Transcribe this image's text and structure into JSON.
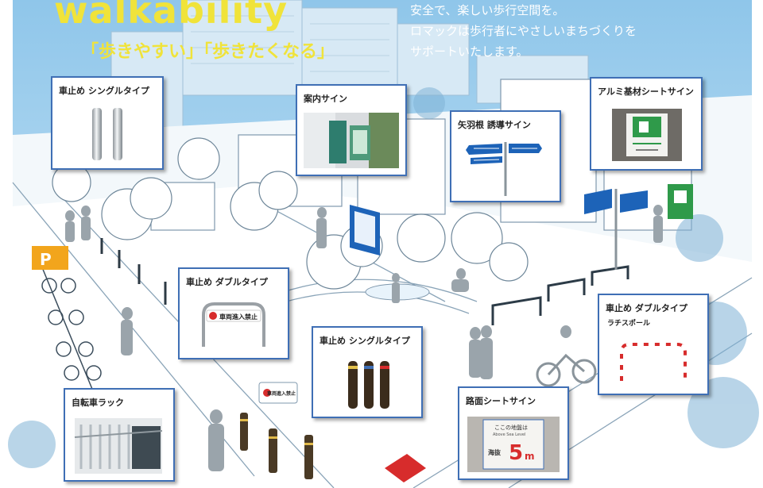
{
  "header": {
    "title": "walkability",
    "subtitle": "「歩きやすい」「歩きたくなる」",
    "intro_lines": [
      "安全で、楽しい歩行空間を。",
      "ロマックは歩行者にやさしいまちづくりを",
      "サポートいたします。"
    ]
  },
  "cards": {
    "bollard_single_top": {
      "title": "車止め シングルタイプ"
    },
    "guide_sign": {
      "title": "案内サイン"
    },
    "arrow_sign": {
      "title": "矢羽根 誘導サイン"
    },
    "aluminum_sign": {
      "title": "アルミ基材シートサイン"
    },
    "bollard_double_left": {
      "title": "車止め ダブルタイプ",
      "sign_text": "車両進入禁止"
    },
    "bollard_double_right": {
      "title": "車止め ダブルタイプ",
      "subtitle": "ラチスポール"
    },
    "bollard_single_bottom": {
      "title": "車止め シングルタイプ"
    },
    "bike_rack": {
      "title": "自転車ラック"
    },
    "road_sheet": {
      "title": "路面シートサイン",
      "sheet_text_1": "ここの地盤は",
      "sheet_text_2": "Above Sea Level",
      "sheet_text_3": "海抜",
      "sheet_value": "5",
      "sheet_unit": "m"
    }
  },
  "scene": {
    "parking_sign": "P",
    "road_sign_text": "車両進入禁止"
  },
  "colors": {
    "sky": "#a9d3ee",
    "card_border": "#3f6fb5",
    "title_yellow": "#f0e33a",
    "sign_blue": "#1d63b8",
    "exit_green": "#2f9a4a",
    "parking_orange": "#f2a51c"
  }
}
